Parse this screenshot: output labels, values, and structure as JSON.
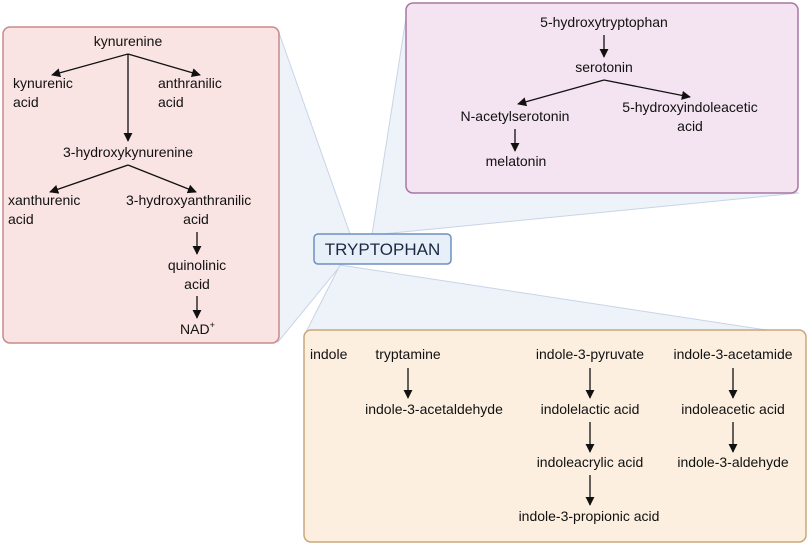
{
  "center": {
    "label": "TRYPTOPHAN"
  },
  "colors": {
    "kynurenine_panel": "#f9e3e3",
    "kynurenine_border": "#c98a8a",
    "serotonin_panel": "#f4e3f1",
    "serotonin_border": "#a877a4",
    "indole_panel": "#fcefe0",
    "indole_border": "#c9a77a",
    "center_fill": "#e7eff9",
    "center_border": "#6f8fbf",
    "connector_fill": "#eef3fa",
    "connector_line": "#c8d4e6"
  },
  "kynurenine": {
    "kynurenine": "kynurenine",
    "kynurenic_1": "kynurenic",
    "kynurenic_2": "acid",
    "anthranilic_1": "anthranilic",
    "anthranilic_2": "acid",
    "hydroxykynurenine": "3-hydroxykynurenine",
    "xanthurenic_1": "xanthurenic",
    "xanthurenic_2": "acid",
    "hydroxyanthranilic_1": "3-hydroxyanthranilic",
    "hydroxyanthranilic_2": "acid",
    "quinolinic_1": "quinolinic",
    "quinolinic_2": "acid",
    "nad": "NAD",
    "nad_sup": "+"
  },
  "serotonin": {
    "htp": "5-hydroxytryptophan",
    "serotonin": "serotonin",
    "nacetyl": "N-acetylserotonin",
    "hiaa_1": "5-hydroxyindoleacetic",
    "hiaa_2": "acid",
    "melatonin": "melatonin"
  },
  "indole": {
    "indole": "indole",
    "tryptamine": "tryptamine",
    "acetaldehyde": "indole-3-acetaldehyde",
    "pyruvate": "indole-3-pyruvate",
    "indolelactic": "indolelactic acid",
    "indoleacrylic": "indoleacrylic acid",
    "propionic": "indole-3-propionic acid",
    "acetamide": "indole-3-acetamide",
    "indoleacetic": "indoleacetic acid",
    "aldehyde": "indole-3-aldehyde"
  }
}
